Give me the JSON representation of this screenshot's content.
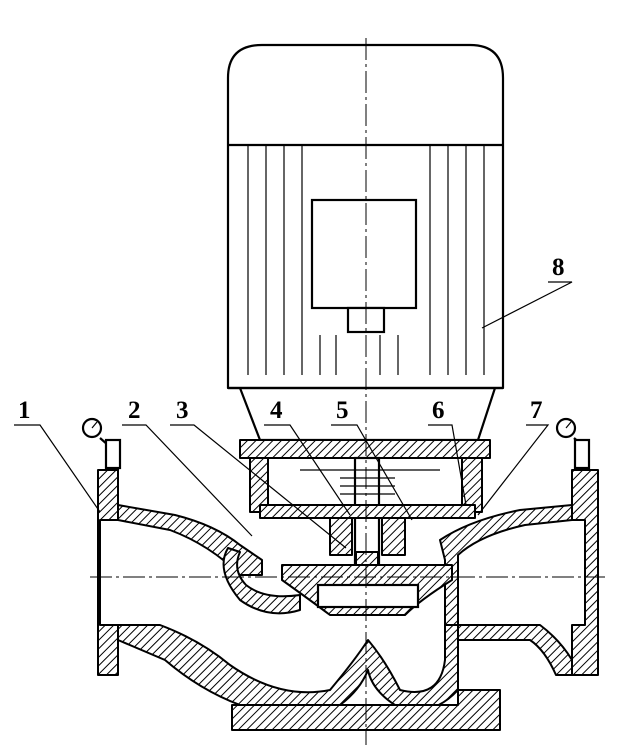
{
  "parts": [
    {
      "id": "1",
      "label": "1"
    },
    {
      "id": "2",
      "label": "2"
    },
    {
      "id": "3",
      "label": "3"
    },
    {
      "id": "4",
      "label": "4"
    },
    {
      "id": "5",
      "label": "5"
    },
    {
      "id": "6",
      "label": "6"
    },
    {
      "id": "7",
      "label": "7"
    },
    {
      "id": "8",
      "label": "8"
    }
  ],
  "colors": {
    "line": "#000000",
    "background": "#ffffff"
  }
}
